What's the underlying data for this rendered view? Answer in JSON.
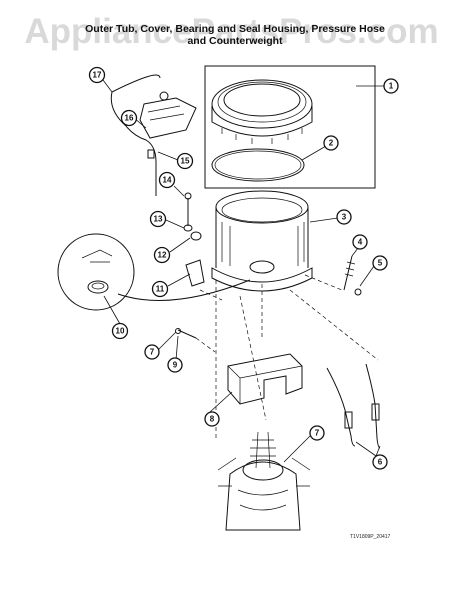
{
  "watermark": "AppliancePartsPros.com",
  "title_line1": "Outer Tub, Cover, Bearing and Seal Housing, Pressure Hose",
  "title_line2": "and Counterweight",
  "part_code": "T1V1809P_20417",
  "callouts": [
    {
      "num": "1"
    },
    {
      "num": "2"
    },
    {
      "num": "3"
    },
    {
      "num": "4"
    },
    {
      "num": "5"
    },
    {
      "num": "6"
    },
    {
      "num": "7"
    },
    {
      "num": "7"
    },
    {
      "num": "8"
    },
    {
      "num": "9"
    },
    {
      "num": "10"
    },
    {
      "num": "11"
    },
    {
      "num": "12"
    },
    {
      "num": "13"
    },
    {
      "num": "14"
    },
    {
      "num": "15"
    },
    {
      "num": "16"
    },
    {
      "num": "17"
    }
  ]
}
